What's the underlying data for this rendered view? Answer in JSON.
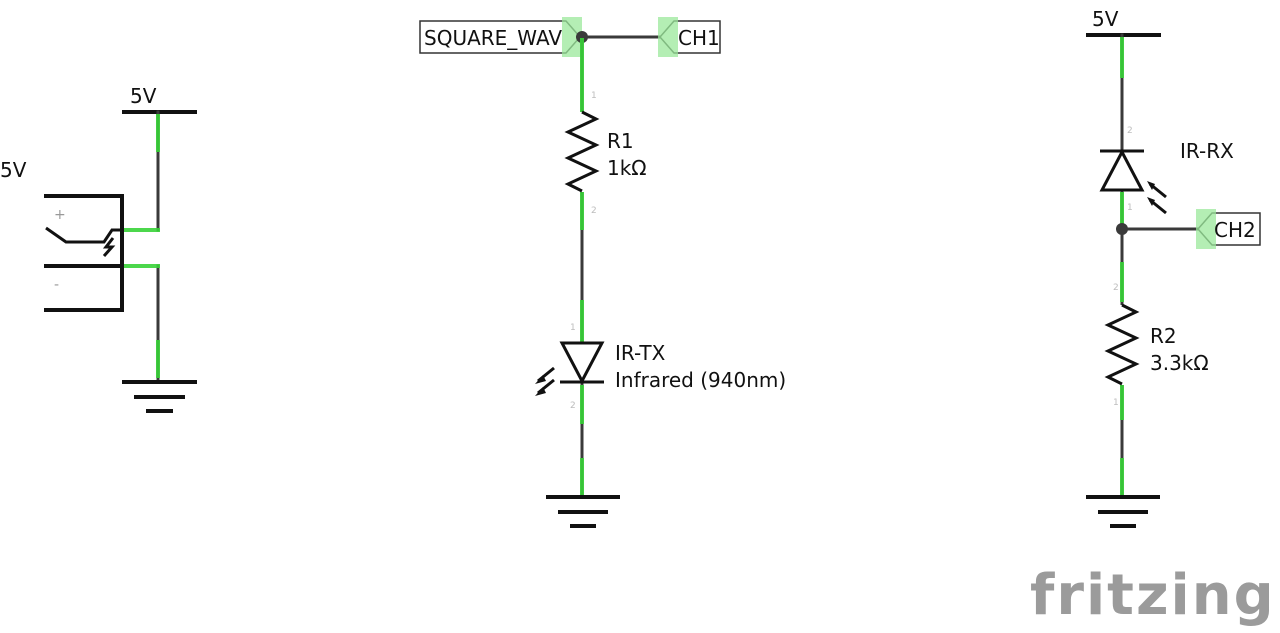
{
  "power_labels": {
    "left_rail": "5V",
    "right_rail": "5V",
    "supply": "5V"
  },
  "supply": {
    "plus": "+",
    "minus": "-"
  },
  "net_labels": {
    "square_wave": "SQUARE_WAV",
    "ch1": "CH1",
    "ch2": "CH2"
  },
  "r1": {
    "ref": "R1",
    "value": "1kΩ",
    "pin_top": "1",
    "pin_bottom": "2"
  },
  "ir_tx": {
    "ref": "IR-TX",
    "value": "Infrared (940nm)",
    "pin_top": "1",
    "pin_bottom": "2"
  },
  "ir_rx": {
    "ref": "IR-RX",
    "pin_top": "2",
    "pin_bottom": "1"
  },
  "r2": {
    "ref": "R2",
    "value": "3.3kΩ",
    "pin_top": "2",
    "pin_bottom": "1"
  },
  "watermark": "fritzing",
  "colors": {
    "wire": "#3a3a3a",
    "connection_highlight": "#39d339",
    "symbol": "#111111",
    "watermark": "#9b9b9b"
  }
}
